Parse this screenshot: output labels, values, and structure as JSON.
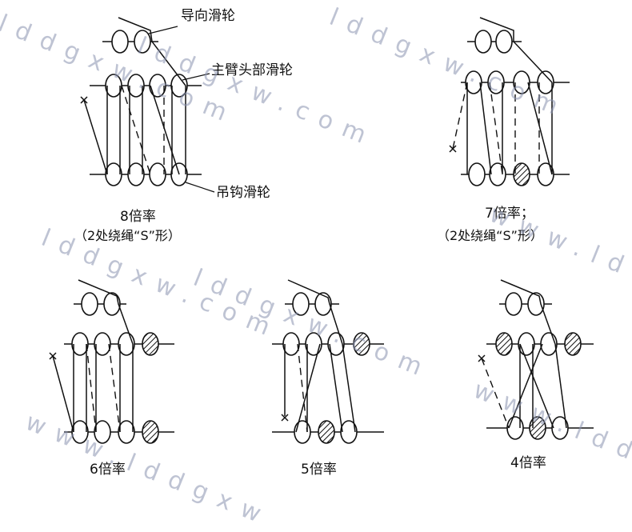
{
  "callouts": {
    "guide_pulley": "导向滑轮",
    "boom_head_pulley": "主臂头部滑轮",
    "hook_pulley": "吊钩滑轮"
  },
  "diagrams": [
    {
      "id": "rate8",
      "title": "8倍率",
      "subtitle": "（2处绕绳“S”形）"
    },
    {
      "id": "rate7",
      "title": "7倍率；",
      "subtitle": "（2处绕绳“S”形）"
    },
    {
      "id": "rate6",
      "title": "6倍率",
      "subtitle": ""
    },
    {
      "id": "rate5",
      "title": "5倍率",
      "subtitle": ""
    },
    {
      "id": "rate4",
      "title": "4倍率",
      "subtitle": ""
    }
  ],
  "watermark": {
    "text_a": "lddgxw.com",
    "text_b": "www.lddgxw",
    "color": "#8a93b0"
  }
}
